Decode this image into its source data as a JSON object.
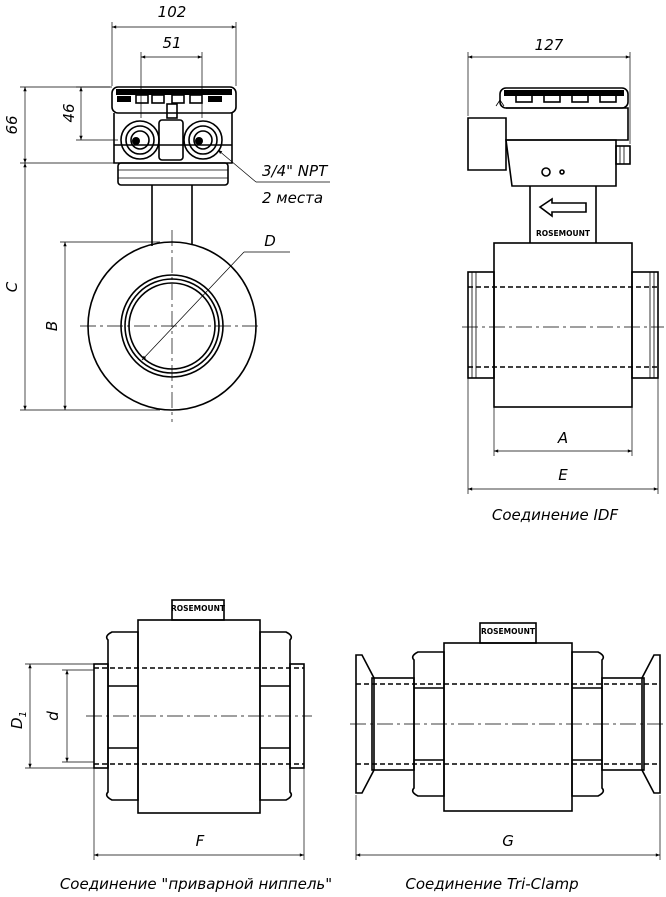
{
  "dimensions": {
    "width_top": "102",
    "width_conduit": "51",
    "height_66": "66",
    "height_46": "46",
    "width_127": "127",
    "letter_A": "A",
    "letter_B": "B",
    "letter_C": "C",
    "letter_D": "D",
    "letter_E": "E",
    "letter_F": "F",
    "letter_G": "G",
    "letter_D1": "D",
    "letter_D1_sub": "1",
    "letter_d": "d"
  },
  "annotations": {
    "conduit_thread": "3/4\" NPT",
    "conduit_count": "2 места"
  },
  "brand": "ROSEMOUNT",
  "captions": {
    "idf": "Соединение IDF",
    "weld": "Соединение \"приварной ниппель\"",
    "triclamp": "Соединение Tri-Clamp"
  }
}
